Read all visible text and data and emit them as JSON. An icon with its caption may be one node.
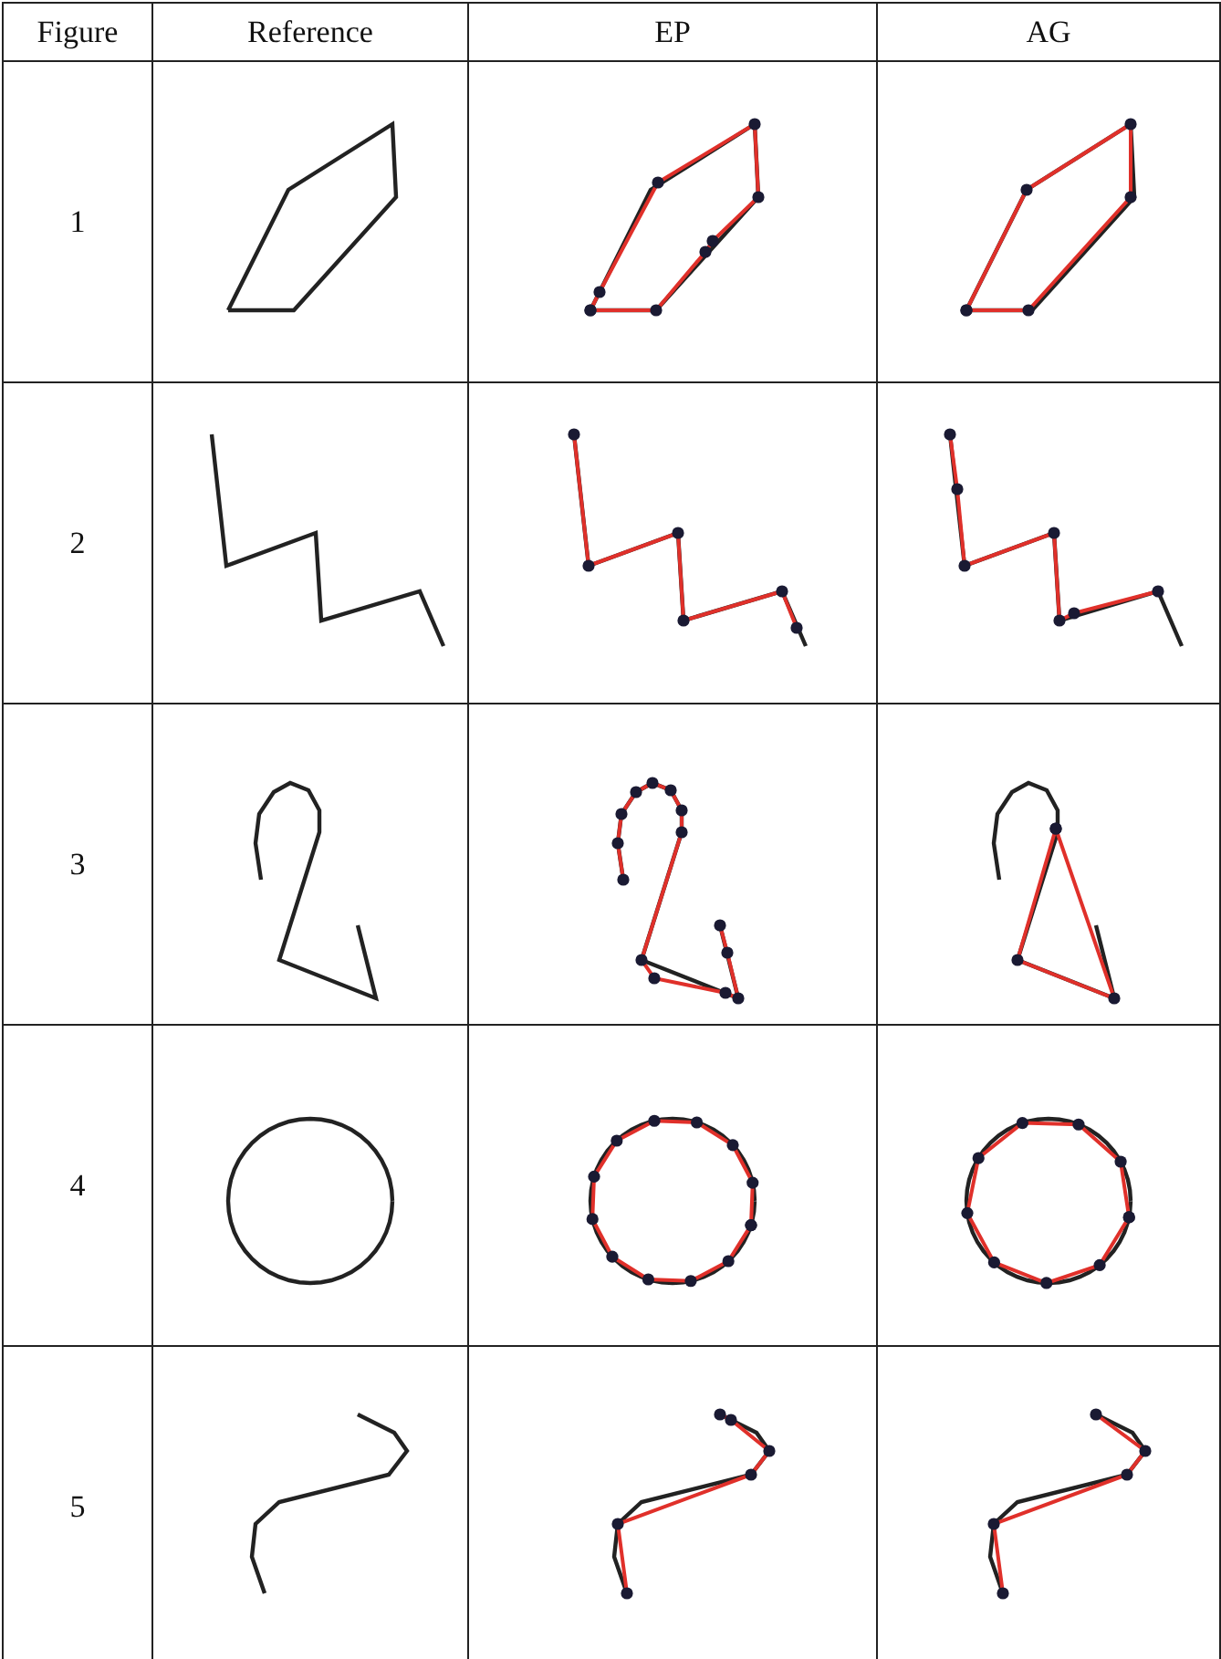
{
  "diagram": {
    "labels": [
      "Figure",
      "Reference",
      "EP",
      "AG",
      "1",
      "2",
      "3",
      "4",
      "5"
    ]
  }
}
